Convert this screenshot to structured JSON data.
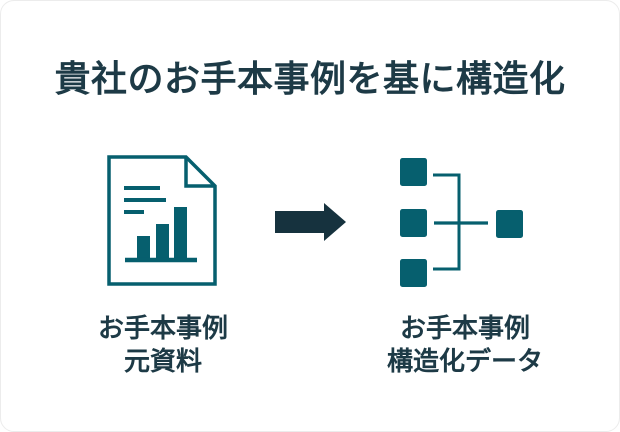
{
  "card": {
    "title": "貴社のお手本事例を基に構造化"
  },
  "flow": {
    "source": {
      "icon": "document-bar-chart-icon",
      "label_line1": "お手本事例",
      "label_line2": "元資料"
    },
    "transition": {
      "icon": "arrow-right-icon"
    },
    "result": {
      "icon": "structured-data-tree-icon",
      "label_line1": "お手本事例",
      "label_line2": "構造化データ"
    }
  },
  "colors": {
    "title_text": "#1d3a46",
    "label_text": "#1d3a46",
    "icon_teal": "#065f6e",
    "arrow_color": "#16323e",
    "card_background": "#ffffff",
    "card_border": "#ececec"
  }
}
